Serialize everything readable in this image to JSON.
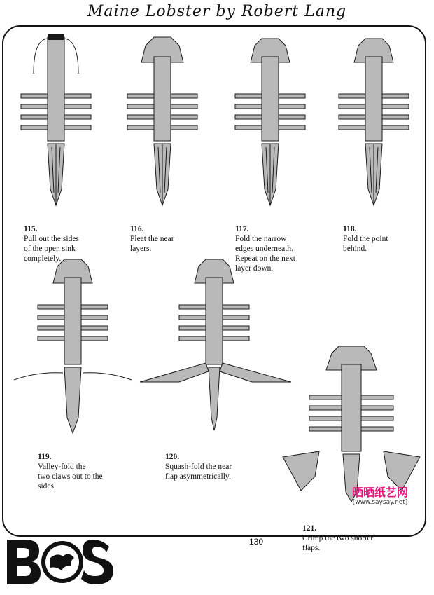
{
  "header": {
    "title": "Maine Lobster by Robert Lang"
  },
  "steps": [
    {
      "number": "115.",
      "text": "Pull out the sides\nof the open sink\ncompletely."
    },
    {
      "number": "116.",
      "text": "Pleat the near\nlayers."
    },
    {
      "number": "117.",
      "text": "Fold the narrow\nedges underneath.\nRepeat on the next\nlayer down."
    },
    {
      "number": "118.",
      "text": "Fold the point\nbehind."
    },
    {
      "number": "119.",
      "text": "Valley-fold the\ntwo claws out to the\nsides."
    },
    {
      "number": "120.",
      "text": "Squash-fold the near\nflap asymmetrically."
    },
    {
      "number": "121.",
      "text": "Crimp the two shorter\nflaps."
    }
  ],
  "page_number": "130",
  "logo": {
    "text": "BOS"
  },
  "watermark": {
    "title": "晒晒纸艺网",
    "url": "[www.saysay.net]"
  },
  "colors": {
    "paper": "#b9b9b9",
    "paper_dark": "#8c8c8c",
    "line": "#1a1a1a"
  }
}
